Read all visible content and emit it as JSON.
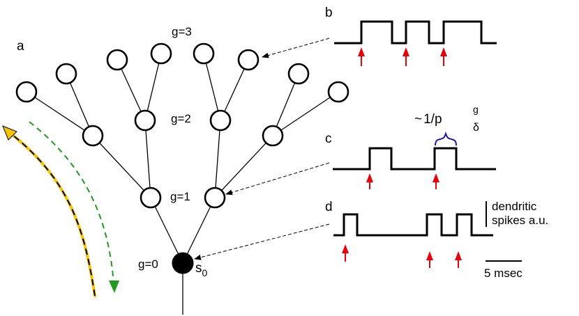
{
  "panel_labels": {
    "a": "a",
    "b": "b",
    "c": "c",
    "d": "d"
  },
  "generation_labels": {
    "g0": "g=0",
    "g1": "g=1",
    "g2": "g=2",
    "g3": "g=3"
  },
  "soma_label": {
    "main": "s",
    "sub": "0"
  },
  "interval_label": {
    "tilde": "~",
    "numerator": "1/p",
    "subscript": "δ",
    "superscript": "g"
  },
  "scale_label": {
    "line1": "dendritic",
    "line2": "spikes a.u."
  },
  "time_scale": "5 msec",
  "colors": {
    "line": "#000000",
    "stimulus_arrow": "#e8000b",
    "interval_brace": "#1a1aa6",
    "forward_arrow": "#f5c400",
    "backward_arrow": "#1f9a1f"
  }
}
